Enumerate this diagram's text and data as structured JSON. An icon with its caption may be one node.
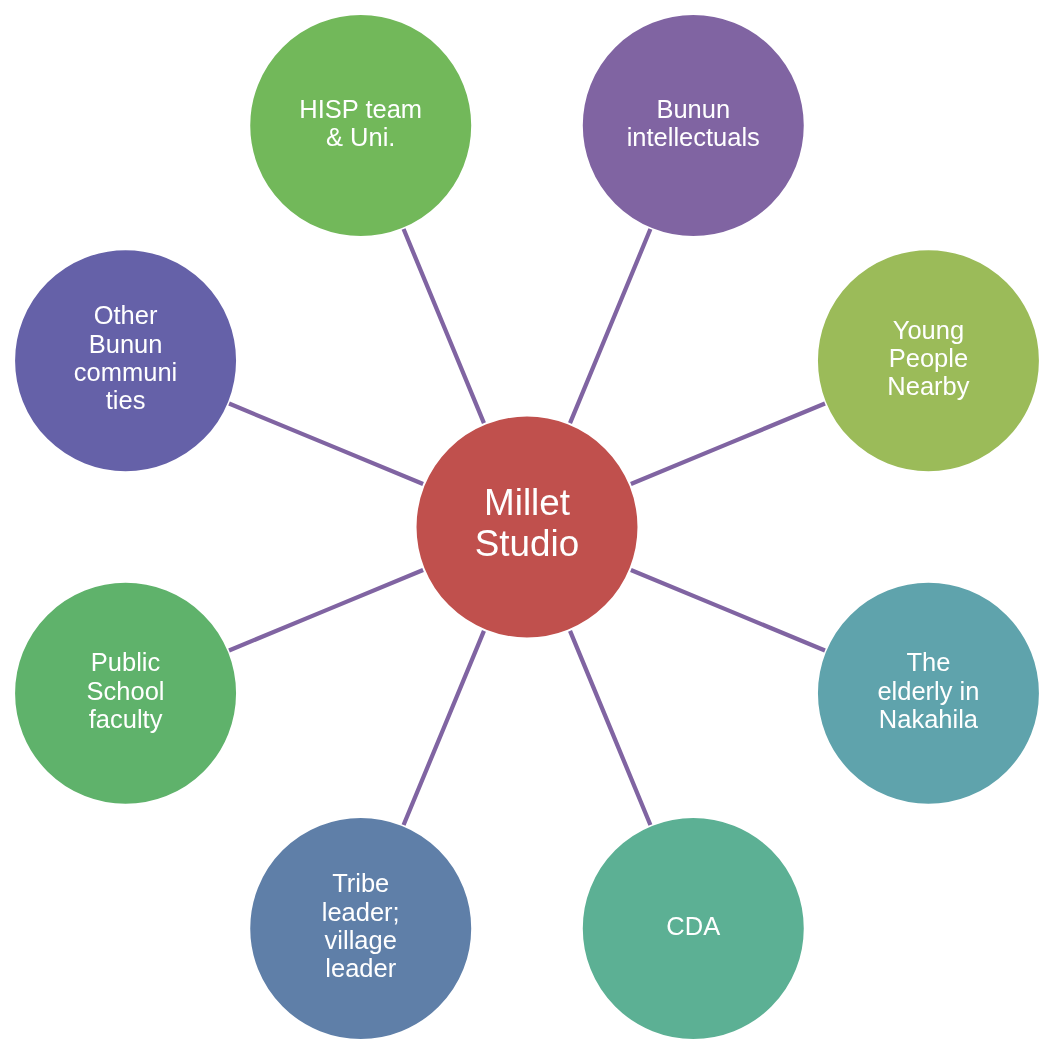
{
  "diagram": {
    "nodes": [
      {
        "text": [
          "Young People Nearby"
        ]
      },
      {
        "text": [
          "Bunun intellectuals"
        ]
      },
      {
        "text": [
          "HISP team & Uni."
        ]
      },
      {
        "text": [
          "Other Bunun communi ties"
        ]
      },
      {
        "text": [
          "Millet Studio"
        ]
      },
      {
        "text": [
          "Public School faculty"
        ]
      },
      {
        "text": [
          "Tribe leader; village leader"
        ]
      },
      {
        "text": [
          "CDA"
        ]
      },
      {
        "text": [
          "The elderly in Nakahila"
        ]
      }
    ],
    "edges": [
      {
        "from": 4,
        "to": 0,
        "arrow": "none"
      },
      {
        "from": 4,
        "to": 2,
        "arrow": "none"
      },
      {
        "from": 4,
        "to": 5,
        "arrow": "none"
      },
      {
        "from": 4,
        "to": 7,
        "arrow": "none"
      },
      {
        "from": 4,
        "to": 8,
        "arrow": "none"
      },
      {
        "from": 4,
        "to": 6,
        "arrow": "none"
      },
      {
        "from": 4,
        "to": 3,
        "arrow": "none"
      },
      {
        "from": 4,
        "to": 1,
        "arrow": "none"
      }
    ]
  }
}
